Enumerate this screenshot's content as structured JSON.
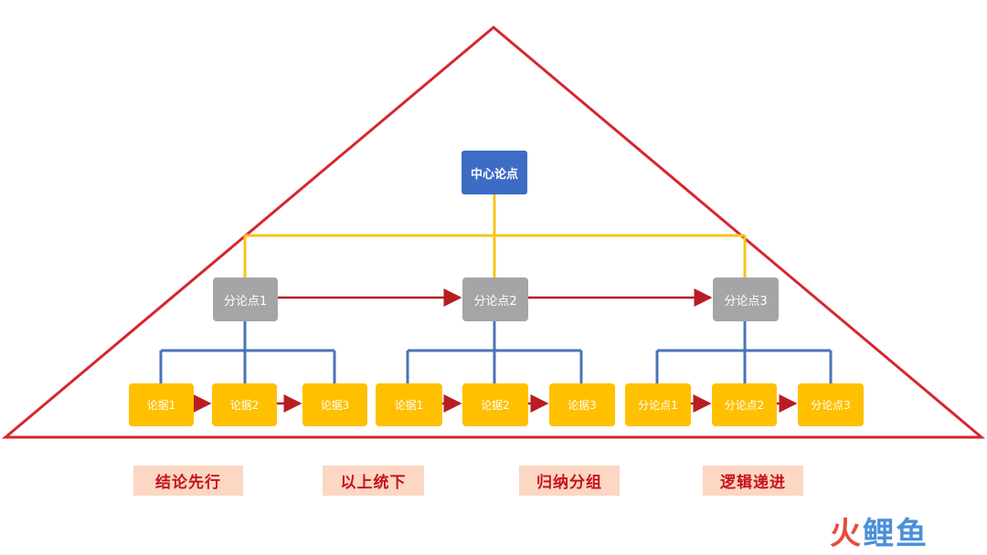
{
  "colors": {
    "triangle": "#d7262d",
    "connector_yellow": "#f5c518",
    "connector_blue": "#4a74b8",
    "arrow_red": "#b81d22",
    "root_fill": "#3d6cc4",
    "mid_fill": "#a5a5a5",
    "leaf_fill": "#ffc000",
    "label_fill": "#fbd7c4",
    "label_text": "#c8111a"
  },
  "diagram": {
    "root": "中心论点",
    "mid": [
      "分论点1",
      "分论点2",
      "分论点3"
    ],
    "leaves": [
      [
        "论据1",
        "论据2",
        "论据3"
      ],
      [
        "论据1",
        "论据2",
        "论据3"
      ],
      [
        "分论点1",
        "分论点2",
        "分论点3"
      ]
    ]
  },
  "principles": [
    "结论先行",
    "以上统下",
    "归纳分组",
    "逻辑递进"
  ],
  "watermark": {
    "part1": "火",
    "part2": "鲤鱼"
  }
}
